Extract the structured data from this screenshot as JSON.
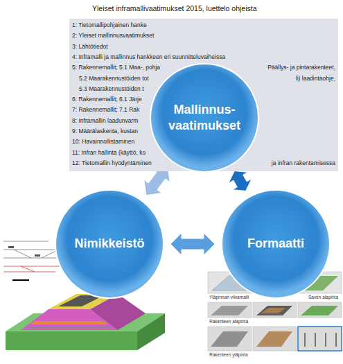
{
  "diagram": {
    "nodes": [
      {
        "text": [
          "Yleiset inframallivaatimukset 2015, luettelo ohjeista",
          "1: Tietomallipohjainen hanke",
          "2: Yleiset mallinnusvaatimukset",
          "3: Lähtötiedot",
          "4: Inframalli ja mallinnus hankkeen eri suunnitteluvaiheissa",
          "5: Rakennemallit; 5.1 Maa-, pohja",
          "Päällys- ja pintarakenteet,",
          "5.2 Maarakennustöiden tot",
          "li) laadintaohje,",
          "5.3 Maarakennustöiden t",
          "6: Rakennemallit; 6.1 Järje",
          "7: Rakennemallit; 7.1 Rak",
          "8: Inframallin laadunvarm",
          "9: Määrälaskenta, kustan",
          "10: Havainnollistaminen",
          "11: Infran hallinta (käyttö, ko",
          "12: Tietomallin hyödyntäminen",
          "ja infran rakentamisessa"
        ]
      },
      {
        "text": [
          "Mallinnus- vaatimukset"
        ]
      },
      {
        "text": [
          "Nimikkeistö"
        ]
      },
      {
        "text": [
          "Formaatti"
        ]
      }
    ],
    "edges": [
      {
        "from": 1,
        "to": 2,
        "arrow": "both"
      },
      {
        "from": 1,
        "to": 3,
        "arrow": "both"
      },
      {
        "from": 2,
        "to": 3,
        "arrow": "both"
      }
    ],
    "labels": [
      "Yläpinnan viivamalli",
      "Saven alapinta",
      "Rakenteen alapinta",
      "Rakenteen yläpinta"
    ]
  }
}
